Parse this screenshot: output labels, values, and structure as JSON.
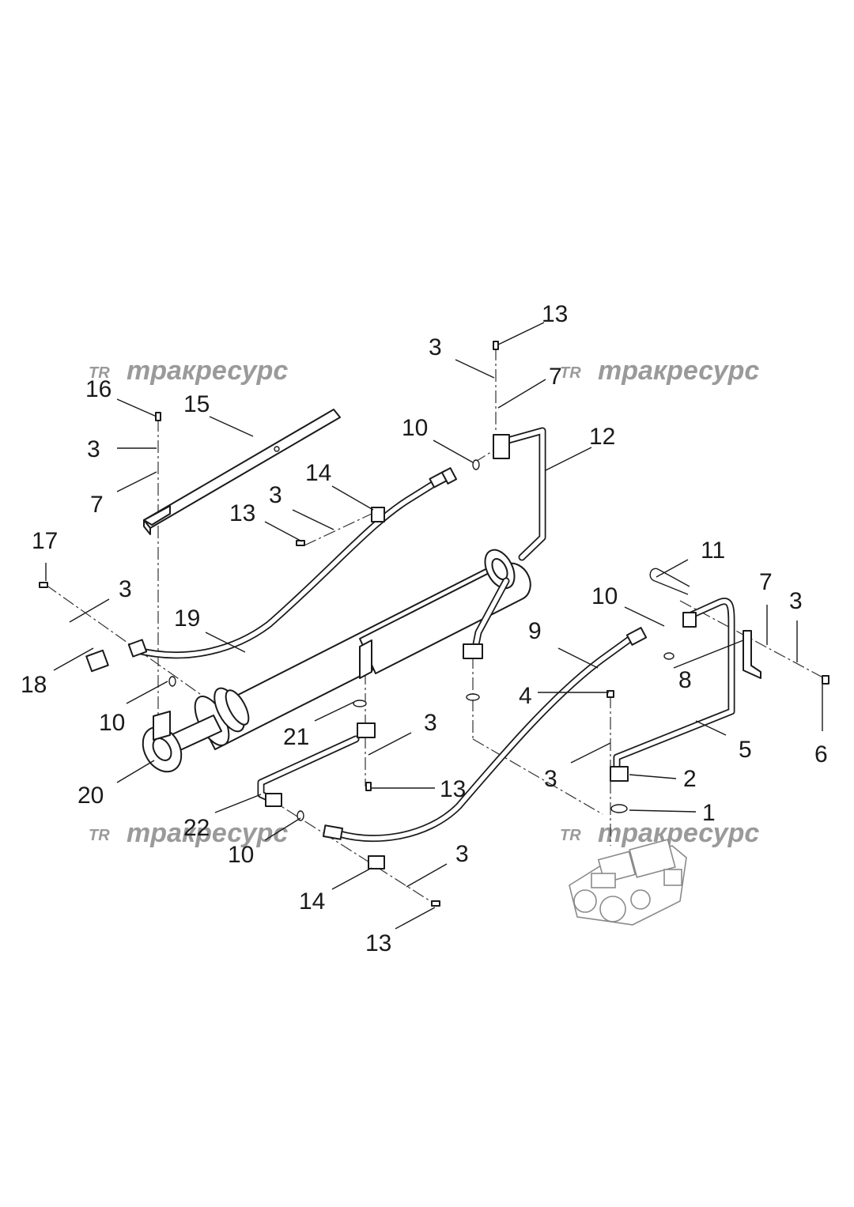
{
  "watermarks": [
    {
      "logo": "TR",
      "text": "тракресурс"
    },
    {
      "logo": "TR",
      "text": "тракресурс"
    },
    {
      "logo": "TR",
      "text": "тракресурс"
    },
    {
      "logo": "TR",
      "text": "тракресурс"
    }
  ],
  "callouts": [
    {
      "id": "c13a",
      "label": "13"
    },
    {
      "id": "c3a",
      "label": "3"
    },
    {
      "id": "c7a",
      "label": "7"
    },
    {
      "id": "c10a",
      "label": "10"
    },
    {
      "id": "c12",
      "label": "12"
    },
    {
      "id": "c16",
      "label": "16"
    },
    {
      "id": "c15",
      "label": "15"
    },
    {
      "id": "c3b",
      "label": "3"
    },
    {
      "id": "c7b",
      "label": "7"
    },
    {
      "id": "c14a",
      "label": "14"
    },
    {
      "id": "c3c",
      "label": "3"
    },
    {
      "id": "c13b",
      "label": "13"
    },
    {
      "id": "c17",
      "label": "17"
    },
    {
      "id": "c3d",
      "label": "3"
    },
    {
      "id": "c19",
      "label": "19"
    },
    {
      "id": "c18",
      "label": "18"
    },
    {
      "id": "c10b",
      "label": "10"
    },
    {
      "id": "c11",
      "label": "11"
    },
    {
      "id": "c10c",
      "label": "10"
    },
    {
      "id": "c7c",
      "label": "7"
    },
    {
      "id": "c3e",
      "label": "3"
    },
    {
      "id": "c9",
      "label": "9"
    },
    {
      "id": "c8",
      "label": "8"
    },
    {
      "id": "c4",
      "label": "4"
    },
    {
      "id": "c21",
      "label": "21"
    },
    {
      "id": "c3f",
      "label": "3"
    },
    {
      "id": "c5",
      "label": "5"
    },
    {
      "id": "c6",
      "label": "6"
    },
    {
      "id": "c20",
      "label": "20"
    },
    {
      "id": "c13c",
      "label": "13"
    },
    {
      "id": "c3g",
      "label": "3"
    },
    {
      "id": "c2",
      "label": "2"
    },
    {
      "id": "c22",
      "label": "22"
    },
    {
      "id": "c1",
      "label": "1"
    },
    {
      "id": "c10d",
      "label": "10"
    },
    {
      "id": "c3h",
      "label": "3"
    },
    {
      "id": "c14b",
      "label": "14"
    },
    {
      "id": "c13d",
      "label": "13"
    }
  ]
}
